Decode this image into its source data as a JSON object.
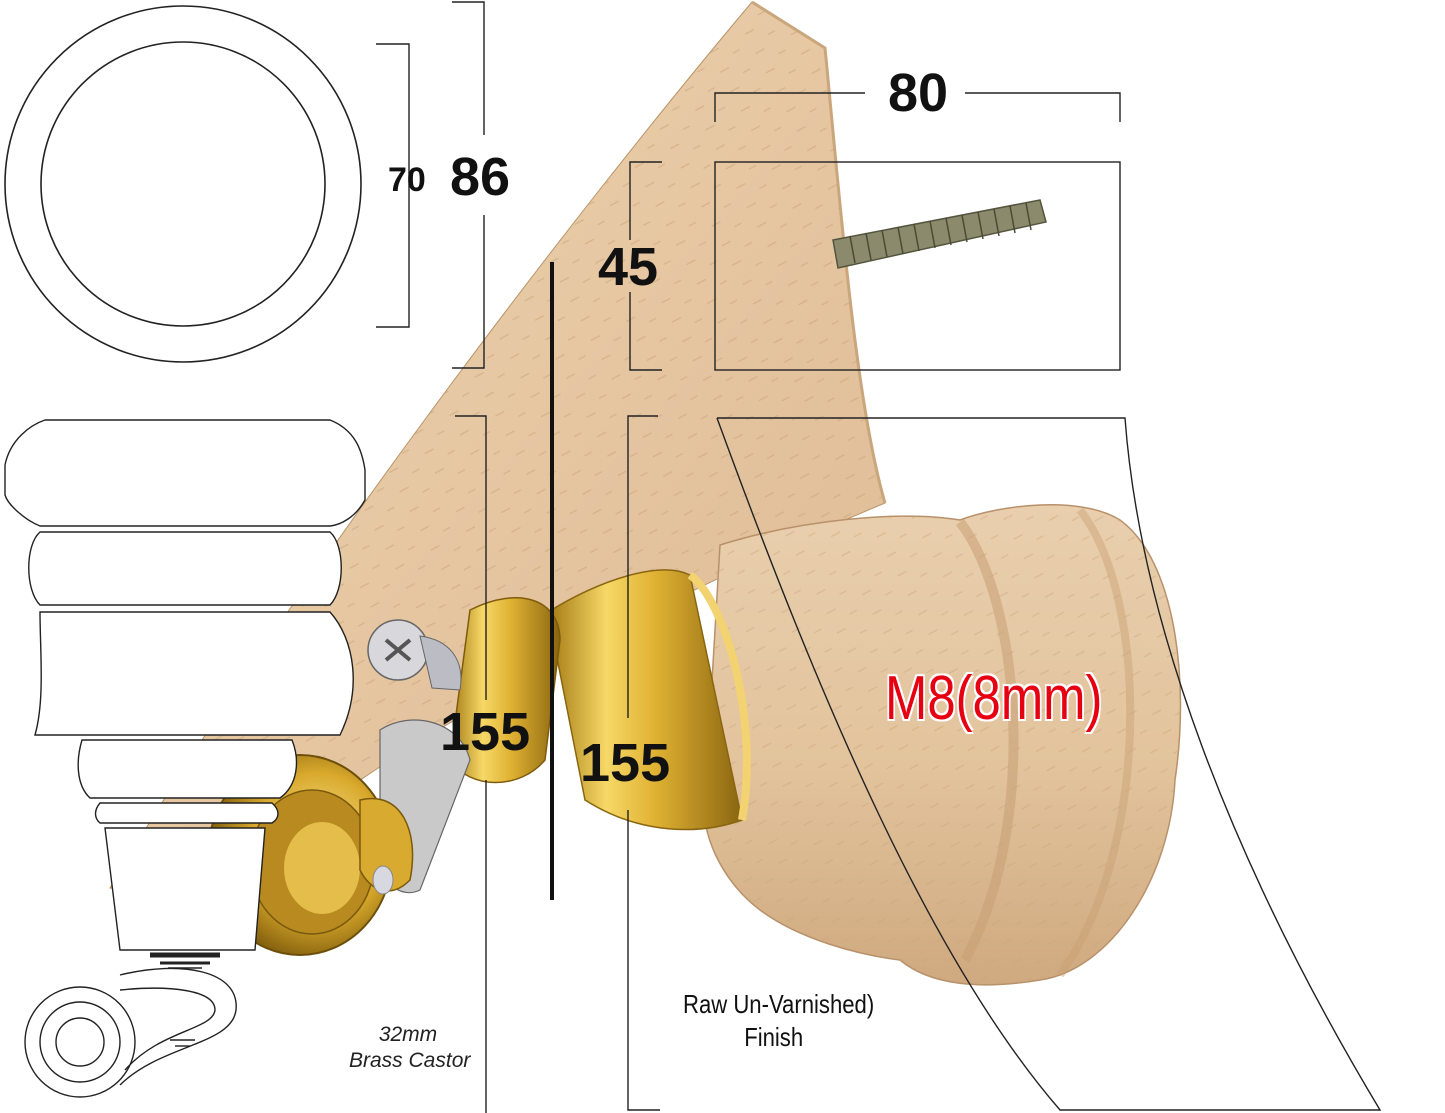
{
  "dimensions": {
    "top_width": "80",
    "plate_height": "45",
    "outer_diameter": "86",
    "inner_diameter": "70",
    "leg_height_left": "155",
    "leg_height_right": "155"
  },
  "thread_label": "M8(8mm)",
  "finish_label": {
    "line1": "Raw Un-Varnished)",
    "line2": "Finish"
  },
  "castor_label": {
    "line1": "32mm",
    "line2": "Brass Castor"
  },
  "colors": {
    "wood": "#e8cba8",
    "wood_dark": "#d6b38c",
    "brass": "#e2b437",
    "brass_dark": "#9c7410",
    "thread_text": "#e60012",
    "line": "#222222"
  }
}
